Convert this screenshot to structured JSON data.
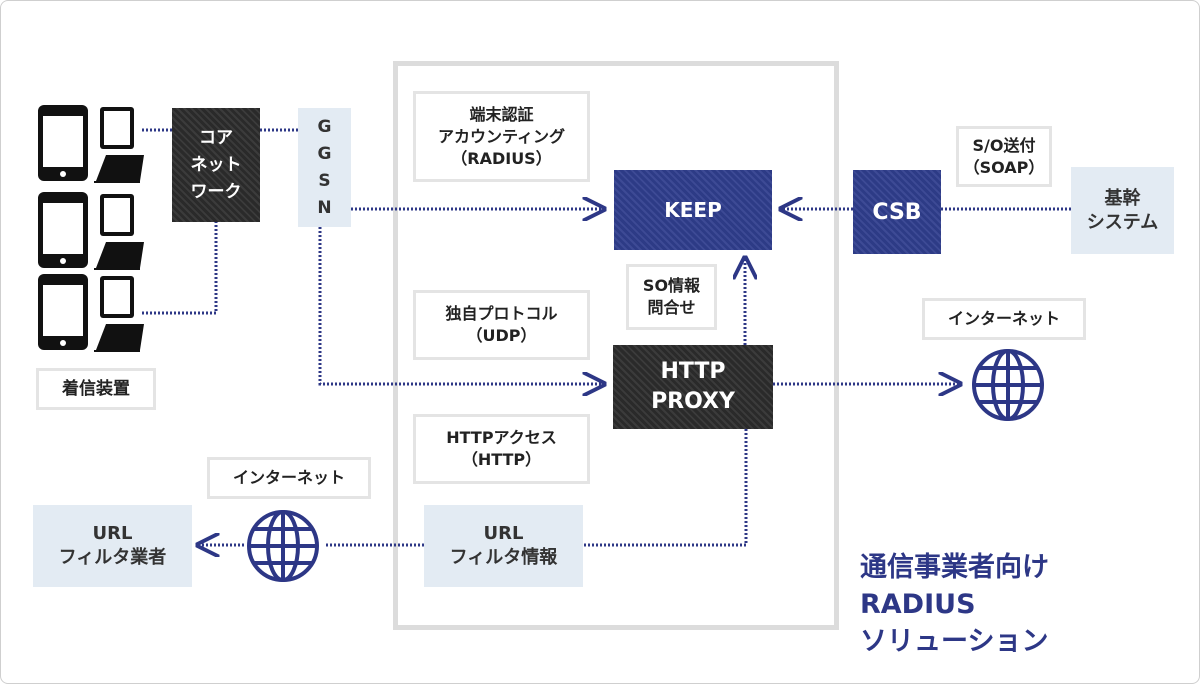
{
  "devices": {
    "label": "着信装置"
  },
  "core_network": {
    "label": "コア\nネット\nワーク"
  },
  "ggsn": {
    "label": "G\nG\nS\nN"
  },
  "terminal_auth": {
    "label": "端末認証\nアカウンティング\n（RADIUS）"
  },
  "keep": {
    "label": "KEEP"
  },
  "so_access": {
    "label": "S/O送付\n（SOAP）"
  },
  "csb": {
    "label": "CSB"
  },
  "core_system": {
    "label": "基幹\nシステム"
  },
  "so_inquiry": {
    "label": "SO情報\n問合せ"
  },
  "proprietary_protocol": {
    "label": "独自プロトコル\n（UDP）"
  },
  "http_proxy": {
    "label": "HTTP\nPROXY"
  },
  "internet_right": {
    "label": "インターネット"
  },
  "http_access": {
    "label": "HTTPアクセス\n（HTTP）"
  },
  "internet_left": {
    "label": "インターネット"
  },
  "url_filter_vendor": {
    "label": "URL\nフィルタ業者"
  },
  "url_filter_info": {
    "label": "URL\nフィルタ情報"
  },
  "solution_title": {
    "label": "通信事業者向け\nRADIUS\nソリューション"
  },
  "colors": {
    "navy": "#2d3786",
    "dark": "#2a2a2a",
    "light_blue": "#e3ebf3"
  },
  "icons": [
    "smartphone-icon",
    "tablet-icon",
    "laptop-icon",
    "globe-icon",
    "arrow-icon"
  ]
}
